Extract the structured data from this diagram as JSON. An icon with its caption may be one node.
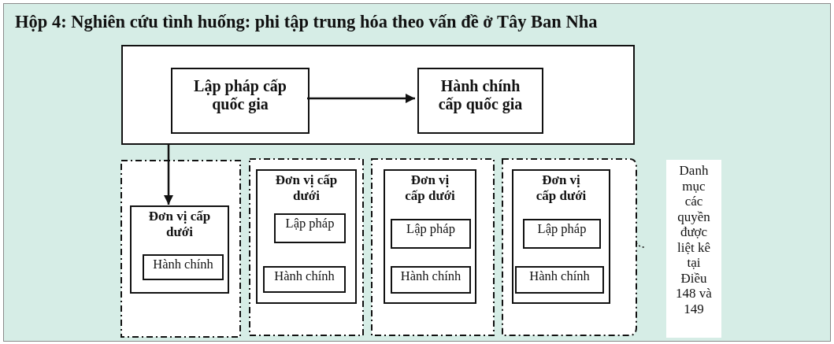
{
  "diagram": {
    "title": "Hộp 4: Nghiên cứu tình huống: phi tập trung hóa theo vấn đề ở Tây Ban Nha",
    "nodes": [
      {
        "text": [],
        "shape": "box"
      },
      {
        "text": [
          "Lập pháp cấp quốc gia"
        ],
        "in": 0
      },
      {
        "text": [
          "Hành chính cấp quốc gia"
        ],
        "in": 0
      },
      {
        "text": [],
        "shape": "box"
      },
      {
        "text": [
          "Đơn vị cấp dưới"
        ],
        "in": 3
      },
      {
        "text": [
          "Hành chính"
        ],
        "in": 4
      },
      {
        "text": [],
        "shape": "box"
      },
      {
        "text": [
          "Đơn vị cấp dưới"
        ],
        "in": 6
      },
      {
        "text": [
          "Lập pháp"
        ],
        "in": 7
      },
      {
        "text": [
          "Hành chính"
        ],
        "in": 7
      },
      {
        "text": [],
        "shape": "box"
      },
      {
        "text": [
          "Đơn vị cấp dưới"
        ],
        "in": 10
      },
      {
        "text": [
          "Lập pháp"
        ],
        "in": 11
      },
      {
        "text": [
          "Hành chính"
        ],
        "in": 11
      },
      {
        "text": [],
        "shape": "box"
      },
      {
        "text": [
          "Đơn vị cấp dưới"
        ],
        "in": 14
      },
      {
        "text": [
          "Lập pháp"
        ],
        "in": 15
      },
      {
        "text": [
          "Hành chính"
        ],
        "in": 15
      },
      {
        "text": [
          "Danh mục các quyền được liệt kê tại Điều 148 và 149"
        ]
      }
    ],
    "edges": [
      {
        "from": 1,
        "to": 2,
        "arrow": "to"
      },
      {
        "from": 0,
        "to": 4,
        "arrow": "to"
      }
    ]
  }
}
